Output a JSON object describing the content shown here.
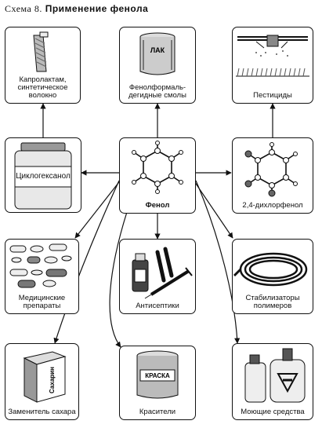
{
  "header": {
    "scheme_label": "Схема 8.",
    "title": "Применение фенола"
  },
  "nodes": {
    "phenol": {
      "label": "Фенол"
    },
    "caprolactam": {
      "label": "Капролактам, синтетическое волокно"
    },
    "resins": {
      "label": "Фенолформаль-дегидные смолы",
      "can_label": "ЛАК"
    },
    "pesticides": {
      "label": "Пестициды"
    },
    "cyclohexanol": {
      "label": "Циклогексанол"
    },
    "dichlorophenol": {
      "label": "2,4-дихлорфенол"
    },
    "medicines": {
      "label": "Медицинские препараты"
    },
    "antiseptics": {
      "label": "Антисептики"
    },
    "stabilizers": {
      "label": "Стабилизаторы полимеров"
    },
    "sweetener": {
      "label": "Заменитель сахара",
      "box_label": "Сахарин"
    },
    "dyes": {
      "label": "Красители",
      "can_label": "КРАСКА"
    },
    "detergents": {
      "label": "Моющие средства"
    }
  }
}
